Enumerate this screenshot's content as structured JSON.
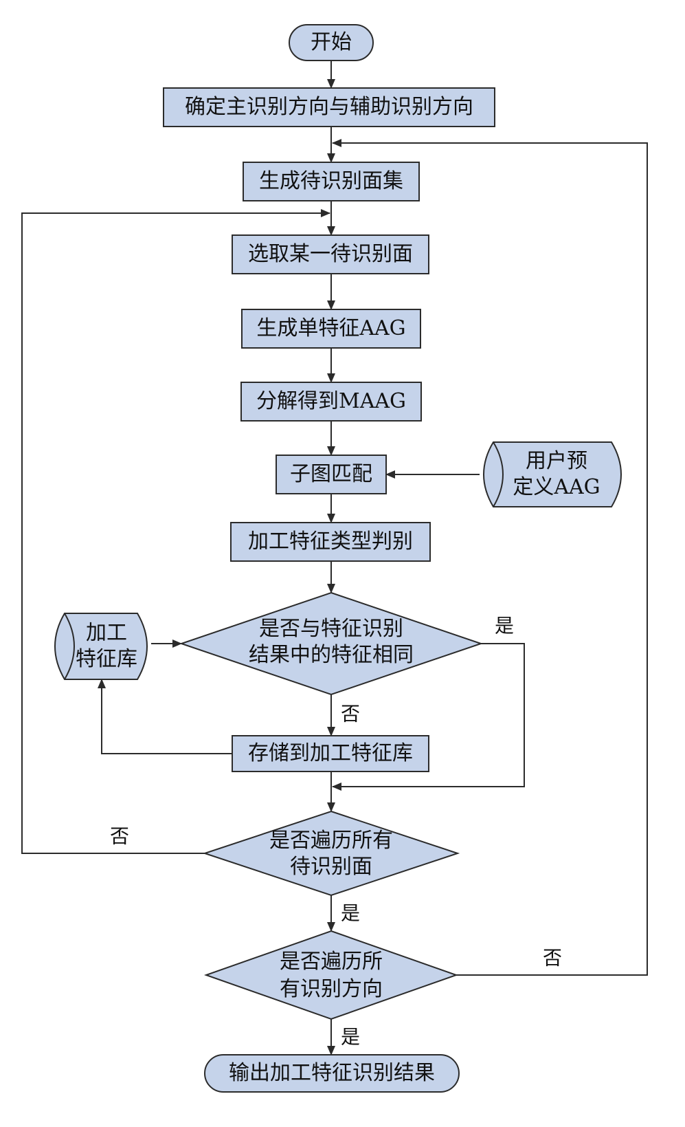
{
  "colors": {
    "fill": "#c5d3ea",
    "stroke": "#2b2b2b",
    "arrow": "#2b2b2b",
    "background": "#ffffff"
  },
  "nodes": {
    "start": "开始",
    "determine_directions": "确定主识别方向与辅助识别方向",
    "generate_face_set": "生成待识别面集",
    "select_face": "选取某一待识别面",
    "generate_aag": "生成单特征AAG",
    "decompose_maag": "分解得到MAAG",
    "subgraph_match": "子图匹配",
    "user_aag_line1": "用户预",
    "user_aag_line2": "定义AAG",
    "feature_type_judge": "加工特征类型判别",
    "same_feature_line1": "是否与特征识别",
    "same_feature_line2": "结果中的特征相同",
    "feature_lib_line1": "加工",
    "feature_lib_line2": "特征库",
    "store_to_lib": "存储到加工特征库",
    "all_faces_line1": "是否遍历所有",
    "all_faces_line2": "待识别面",
    "all_dirs_line1": "是否遍历所",
    "all_dirs_line2": "有识别方向",
    "output_result": "输出加工特征识别结果"
  },
  "edge_labels": {
    "same_yes": "是",
    "same_no": "否",
    "faces_no": "否",
    "faces_yes": "是",
    "dirs_no": "否",
    "dirs_yes": "是"
  }
}
